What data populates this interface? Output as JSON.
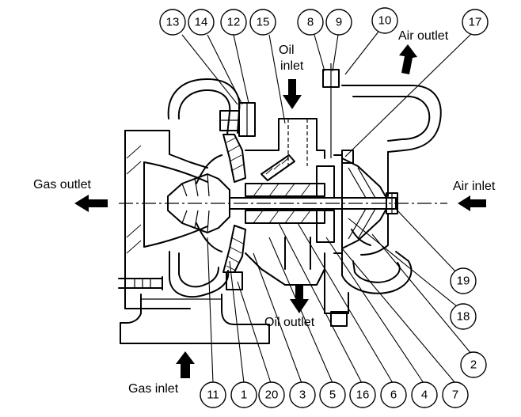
{
  "flow_labels": {
    "gas_outlet": "Gas outlet",
    "air_outlet": "Air outlet",
    "air_inlet": "Air inlet",
    "oil_inlet_1": "Oil",
    "oil_inlet_2": "inlet",
    "oil_outlet": "Oil outlet",
    "gas_inlet": "Gas inlet"
  },
  "callouts": {
    "c13": "13",
    "c14": "14",
    "c12": "12",
    "c15": "15",
    "c8": "8",
    "c9": "9",
    "c10": "10",
    "c17": "17",
    "c19": "19",
    "c18": "18",
    "c2": "2",
    "c11": "11",
    "c1": "1",
    "c20": "20",
    "c3": "3",
    "c5": "5",
    "c16": "16",
    "c6": "6",
    "c4": "4",
    "c7": "7"
  },
  "icons": [
    "arrow-left-icon",
    "arrow-up-icon",
    "arrow-down-icon"
  ]
}
